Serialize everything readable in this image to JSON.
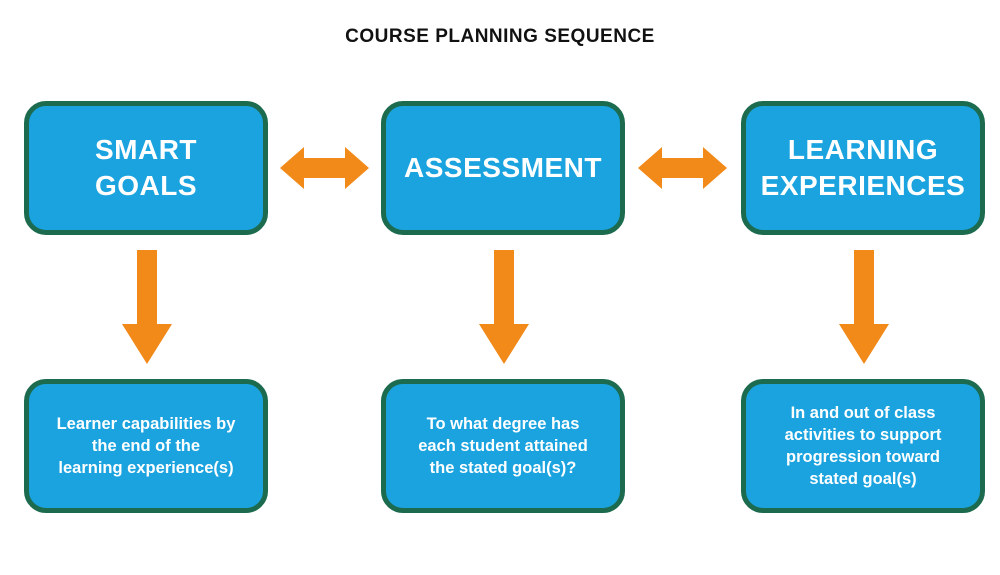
{
  "title": "COURSE PLANNING SEQUENCE",
  "colors": {
    "box_fill": "#1aa3df",
    "box_border": "#1c6b4f",
    "arrow": "#f28a1a",
    "title_text": "#111111",
    "box_text": "#ffffff"
  },
  "top_boxes": [
    {
      "label": "SMART\nGOALS"
    },
    {
      "label": "ASSESSMENT"
    },
    {
      "label": "LEARNING\nEXPERIENCES"
    }
  ],
  "bottom_boxes": [
    {
      "text": "Learner capabilities by\nthe end of the\nlearning experience(s)"
    },
    {
      "text": "To what degree has\neach student attained\nthe stated goal(s)?"
    },
    {
      "text": "In and out of class\nactivities to support\nprogression toward\nstated goal(s)"
    }
  ]
}
